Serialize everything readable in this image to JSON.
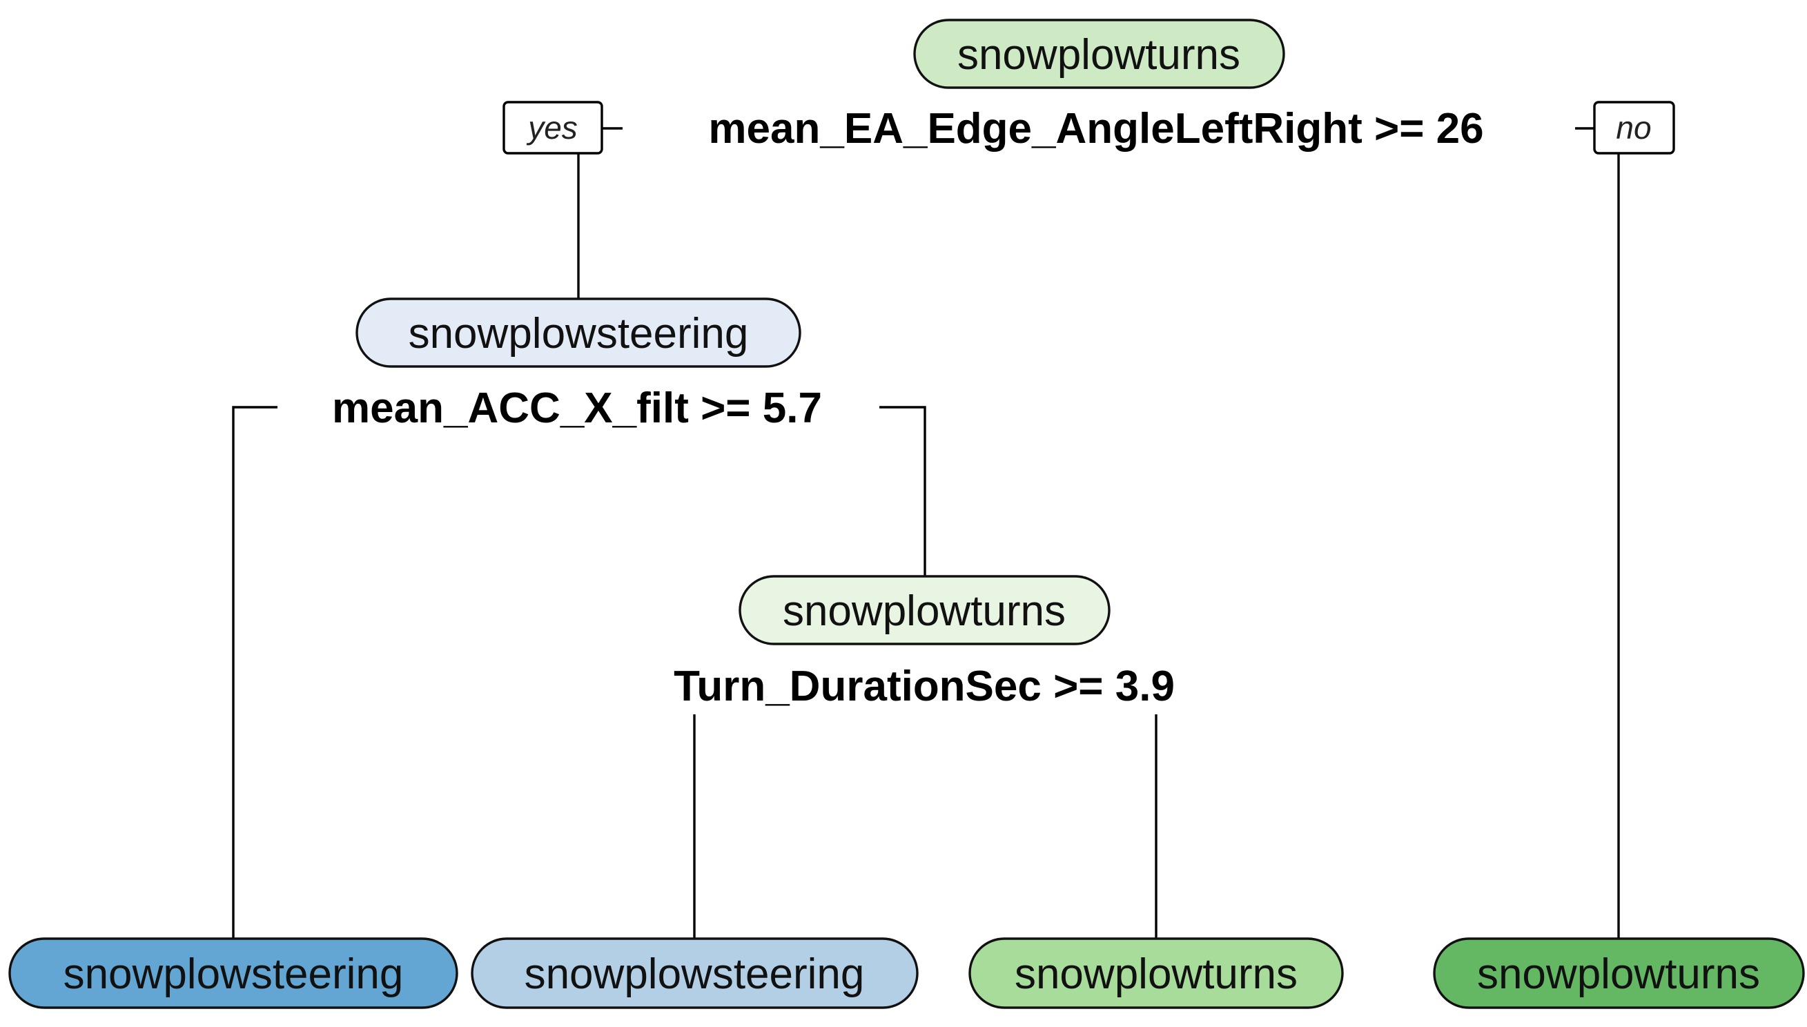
{
  "root": {
    "class_label": "snowplowturns",
    "fill": "#cdeac5",
    "split": "mean_EA_Edge_AngleLeftRight >= 26",
    "yes_label": "yes",
    "no_label": "no"
  },
  "left_internal": {
    "class_label": "snowplowsteering",
    "fill": "#e3ecf6",
    "split": "mean_ACC_X_filt >= 5.7"
  },
  "right_internal": {
    "class_label": "snowplowturns",
    "fill": "#e8f5e3",
    "split": "Turn_DurationSec >= 3.9"
  },
  "leaves": [
    {
      "class_label": "snowplowsteering",
      "fill": "#64a6d3"
    },
    {
      "class_label": "snowplowsteering",
      "fill": "#b3cfe6"
    },
    {
      "class_label": "snowplowturns",
      "fill": "#a7dc9a"
    },
    {
      "class_label": "snowplowturns",
      "fill": "#64b863"
    }
  ]
}
